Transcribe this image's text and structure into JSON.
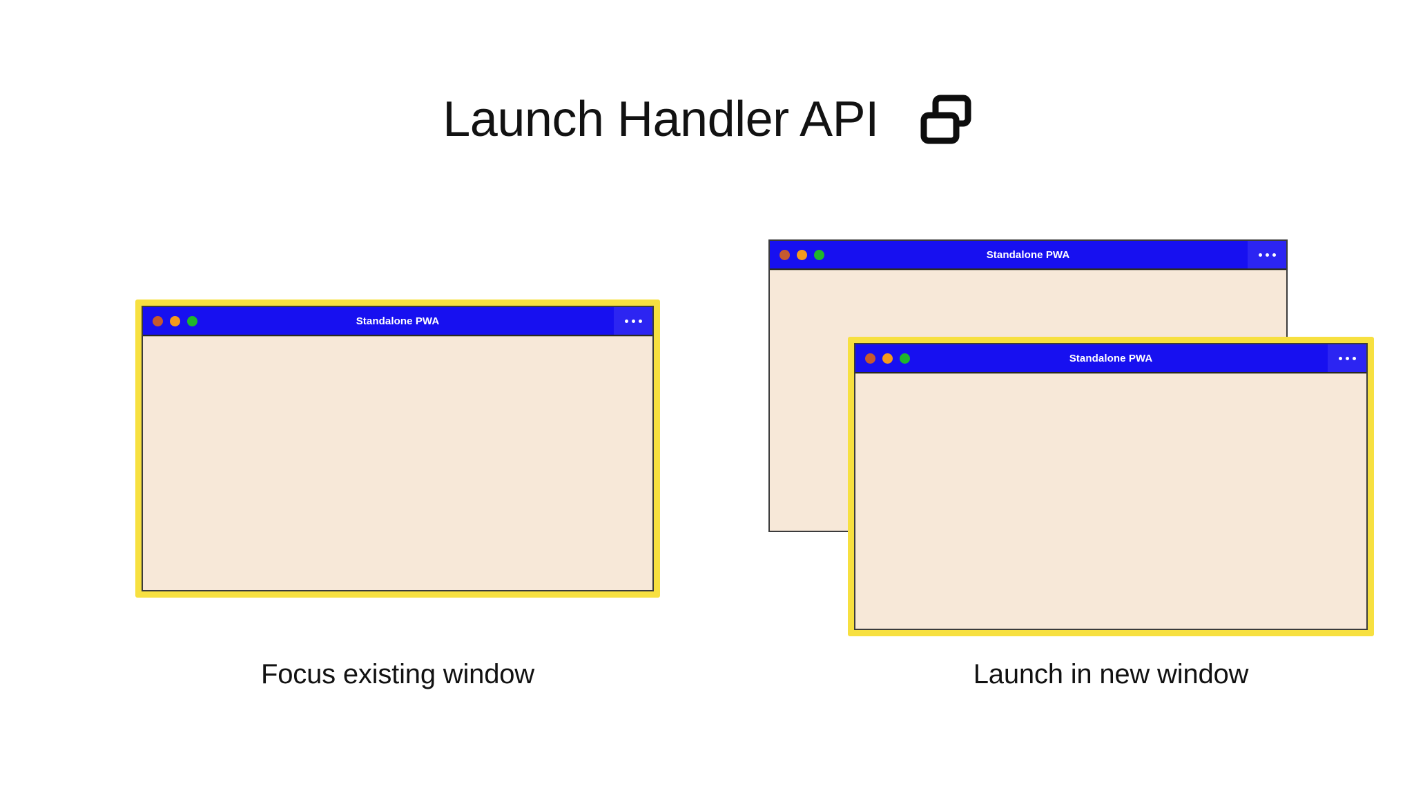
{
  "header": {
    "title": "Launch Handler API",
    "icon": "multi-window-icon"
  },
  "colors": {
    "background": "#FFFFFF",
    "text": "#121212",
    "window_titlebar": "#1710F0",
    "window_menu_panel": "#2C25F2",
    "window_body": "#F7E8D8",
    "highlight_border": "#F7E040",
    "window_outline": "#3B3B3B",
    "dot_close": "#C65A2E",
    "dot_minimize": "#F59A1C",
    "dot_maximize": "#1FB72B"
  },
  "scenarios": [
    {
      "id": "focus-existing-window",
      "caption": "Focus existing window",
      "windows": [
        {
          "id": "focus-window",
          "title": "Standalone PWA",
          "highlighted": true,
          "menu_label": "…"
        }
      ]
    },
    {
      "id": "launch-in-new-window",
      "caption": "Launch in new window",
      "windows": [
        {
          "id": "new-window-back",
          "title": "Standalone PWA",
          "highlighted": false,
          "menu_label": "…"
        },
        {
          "id": "new-window-front",
          "title": "Standalone PWA",
          "highlighted": true,
          "menu_label": "…"
        }
      ]
    }
  ],
  "window_controls": {
    "close": "close-button",
    "minimize": "minimize-button",
    "maximize": "maximize-button",
    "menu": "overflow-menu-button"
  }
}
